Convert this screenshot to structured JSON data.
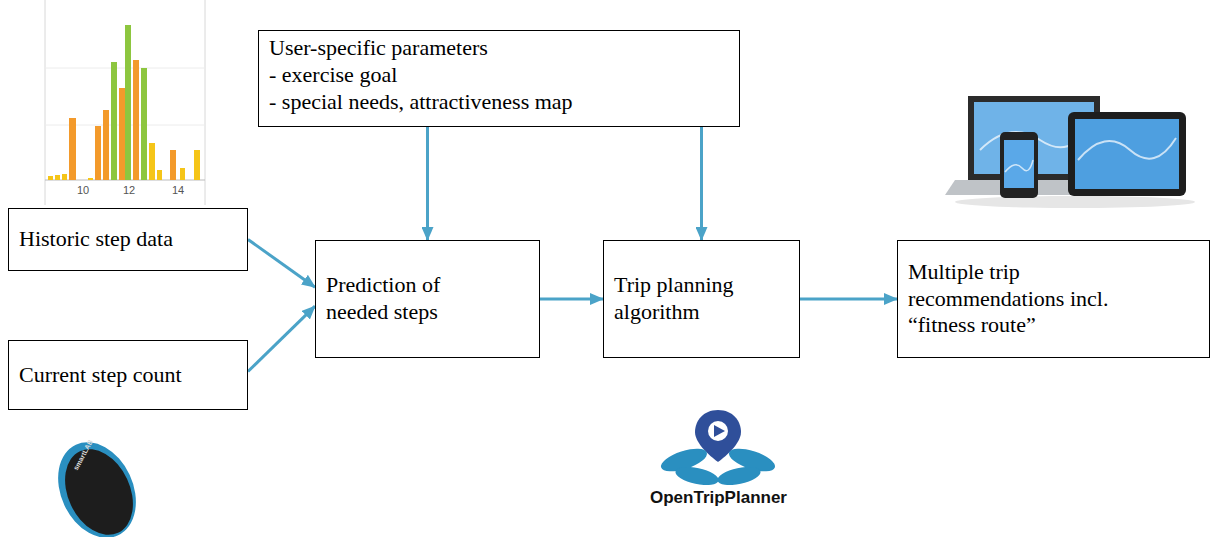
{
  "diagram": {
    "nodes": [
      {
        "text": [
          "User-specific parameters",
          "- exercise goal",
          "- special needs, attractiveness map"
        ]
      },
      {
        "text": [
          "Historic step data"
        ]
      },
      {
        "text": [
          "Prediction of needed steps"
        ]
      },
      {
        "text": [
          "Trip planning algorithm"
        ]
      },
      {
        "text": [
          "Multiple trip recommendations incl. “fitness route”"
        ]
      },
      {
        "text": [
          "Current step count"
        ]
      }
    ],
    "edges": [
      {
        "from": 1,
        "to": 2,
        "arrow": "to"
      },
      {
        "from": 5,
        "to": 2,
        "arrow": "to"
      },
      {
        "from": 0,
        "to": 2,
        "arrow": "to"
      },
      {
        "from": 0,
        "to": 3,
        "arrow": "to"
      },
      {
        "from": 2,
        "to": 3,
        "arrow": "to"
      },
      {
        "from": 3,
        "to": 4,
        "arrow": "to"
      }
    ],
    "labels": [
      "10",
      "12",
      "14",
      "smartLAB",
      "OpenTripPlanner"
    ]
  }
}
